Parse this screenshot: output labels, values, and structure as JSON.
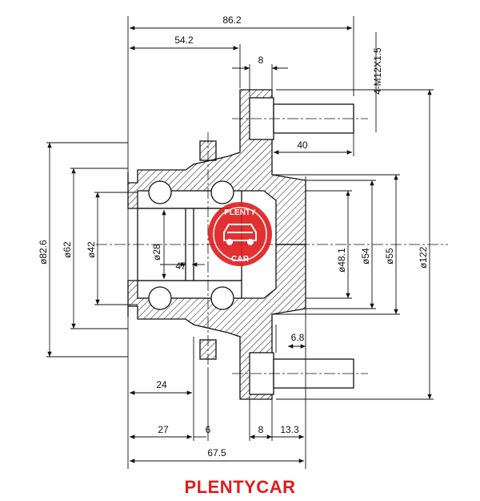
{
  "labels": {
    "overall_width": "86.2",
    "flange_to_face": "54.2",
    "stud_head": "8",
    "thread": "4-M12X1.5",
    "stud_len": "40",
    "d82_6": "ø82.6",
    "d62": "ø62",
    "d42": "ø42",
    "d28": "ø28",
    "w47": "47",
    "d48_1": "ø48.1",
    "d54": "ø54",
    "d55": "ø55",
    "d122": "ø122",
    "w6_8": "6.8",
    "w24": "24",
    "w27": "27",
    "w6": "6",
    "w8b": "8",
    "w13_3": "13.3",
    "w67_5": "67.5"
  },
  "watermark": {
    "top": "PLENTY",
    "bottom": "CAR",
    "color": "#e01b1b"
  },
  "brand_text": "PLENTYCAR",
  "colors": {
    "line": "#111111",
    "brand": "#e01b1b"
  }
}
